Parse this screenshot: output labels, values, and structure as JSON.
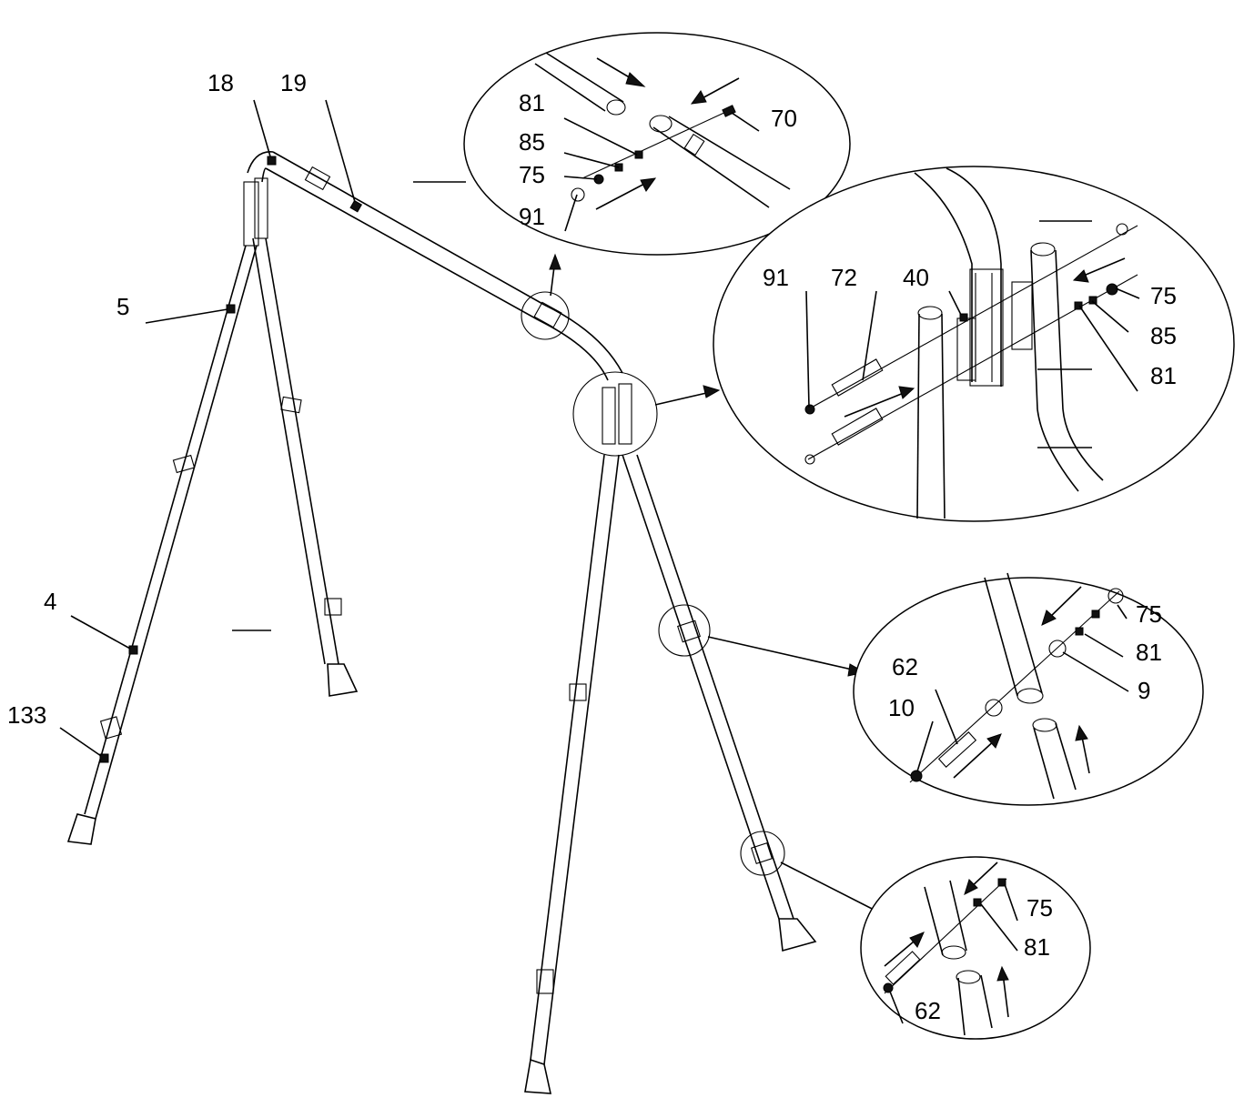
{
  "diagram": {
    "type": "exploded-assembly",
    "part_labels": {
      "main": {
        "l18": "18",
        "l19": "19",
        "l5": "5",
        "l4": "4",
        "l133": "133"
      },
      "detail_top": {
        "l81": "81",
        "l85": "85",
        "l75": "75",
        "l91": "91",
        "l70": "70"
      },
      "detail_apex": {
        "l91": "91",
        "l72": "72",
        "l40": "40",
        "l75": "75",
        "l85": "85",
        "l81": "81"
      },
      "detail_mid": {
        "l62": "62",
        "l10": "10",
        "l75": "75",
        "l81": "81",
        "l9": "9"
      },
      "detail_low": {
        "l75": "75",
        "l81": "81",
        "l62": "62"
      }
    }
  }
}
